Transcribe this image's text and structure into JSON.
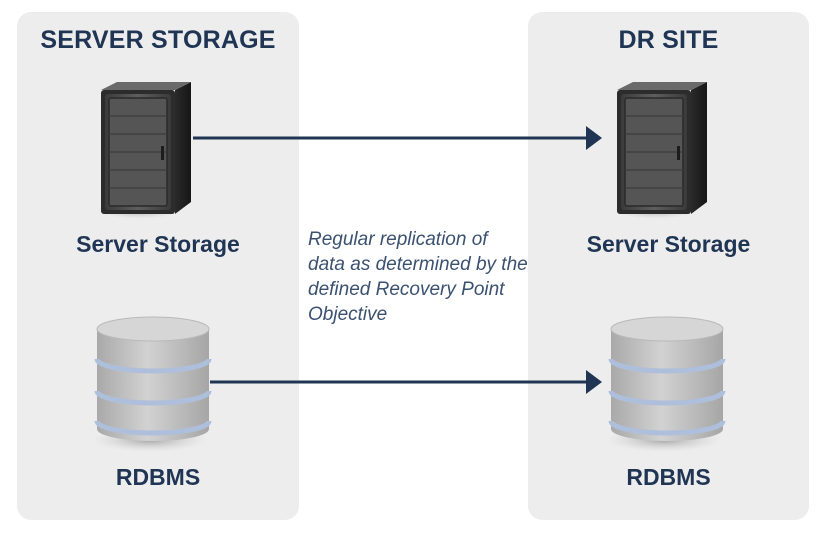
{
  "left_panel": {
    "title": "SERVER STORAGE",
    "server_label": "Server Storage",
    "db_label": "RDBMS"
  },
  "right_panel": {
    "title": "DR SITE",
    "server_label": "Server Storage",
    "db_label": "RDBMS"
  },
  "annotation": "Regular replication of data as determined by the defined Recovery Point Objective",
  "colors": {
    "panel_bg": "#ededed",
    "text_navy": "#1f3553",
    "annotation_text": "#3a5170",
    "arrow": "#1f3553",
    "db_body": "#c6c6c6",
    "db_band": "#aebfdc",
    "server_body": "#4a4a4a"
  },
  "icons": {
    "server": "server-tower-icon",
    "database": "database-cylinder-icon"
  }
}
